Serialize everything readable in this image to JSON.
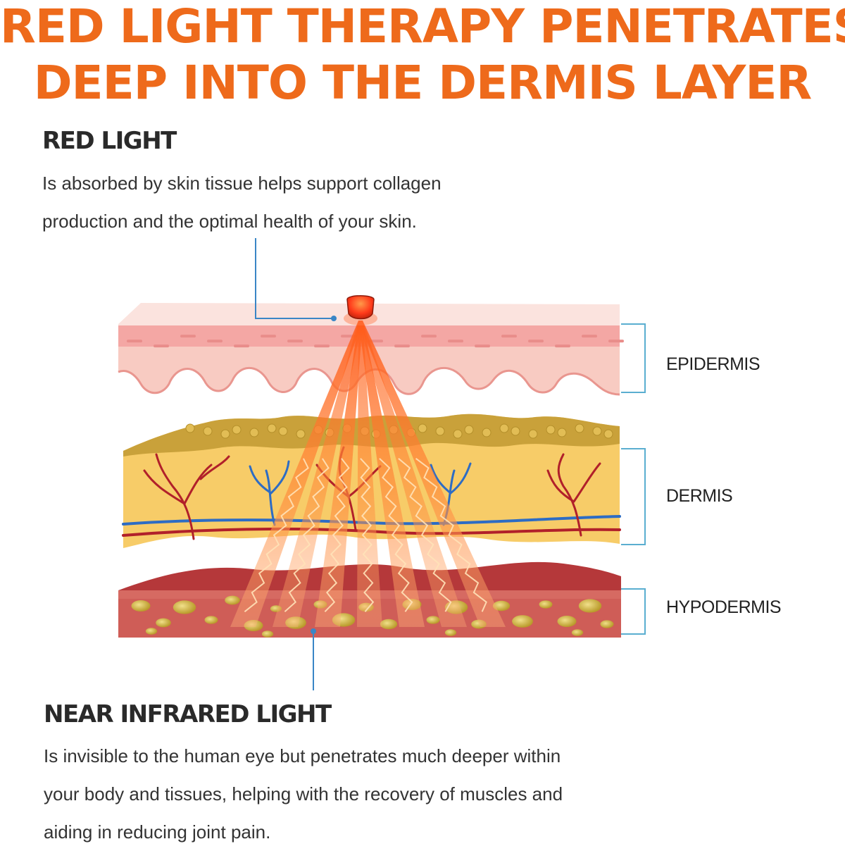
{
  "headline": {
    "line1": "RED LIGHT THERAPY PENETRATES",
    "line2": "DEEP INTO THE DERMIS LAYER"
  },
  "red_light": {
    "title": "RED LIGHT",
    "body_line1": "Is absorbed by skin tissue helps support collagen",
    "body_line2": "production and the optimal health of your skin."
  },
  "layers": {
    "epidermis": "EPIDERMIS",
    "dermis": "DERMIS",
    "hypodermis": "HYPODERMIS"
  },
  "near_infrared": {
    "title": "NEAR INFRARED LIGHT",
    "body_line1": "Is invisible to the human eye but penetrates much deeper within",
    "body_line2": "your body and tissues, helping with the recovery of muscles and",
    "body_line3": "aiding in reducing joint pain."
  },
  "colors": {
    "headline": "#ee6a1b",
    "bracket": "#5aaed0",
    "beam": "#ff7a2e",
    "epidermis": "#f6c1b8",
    "dermis": "#f8cf6a",
    "hypodermis": "#c9524d"
  }
}
